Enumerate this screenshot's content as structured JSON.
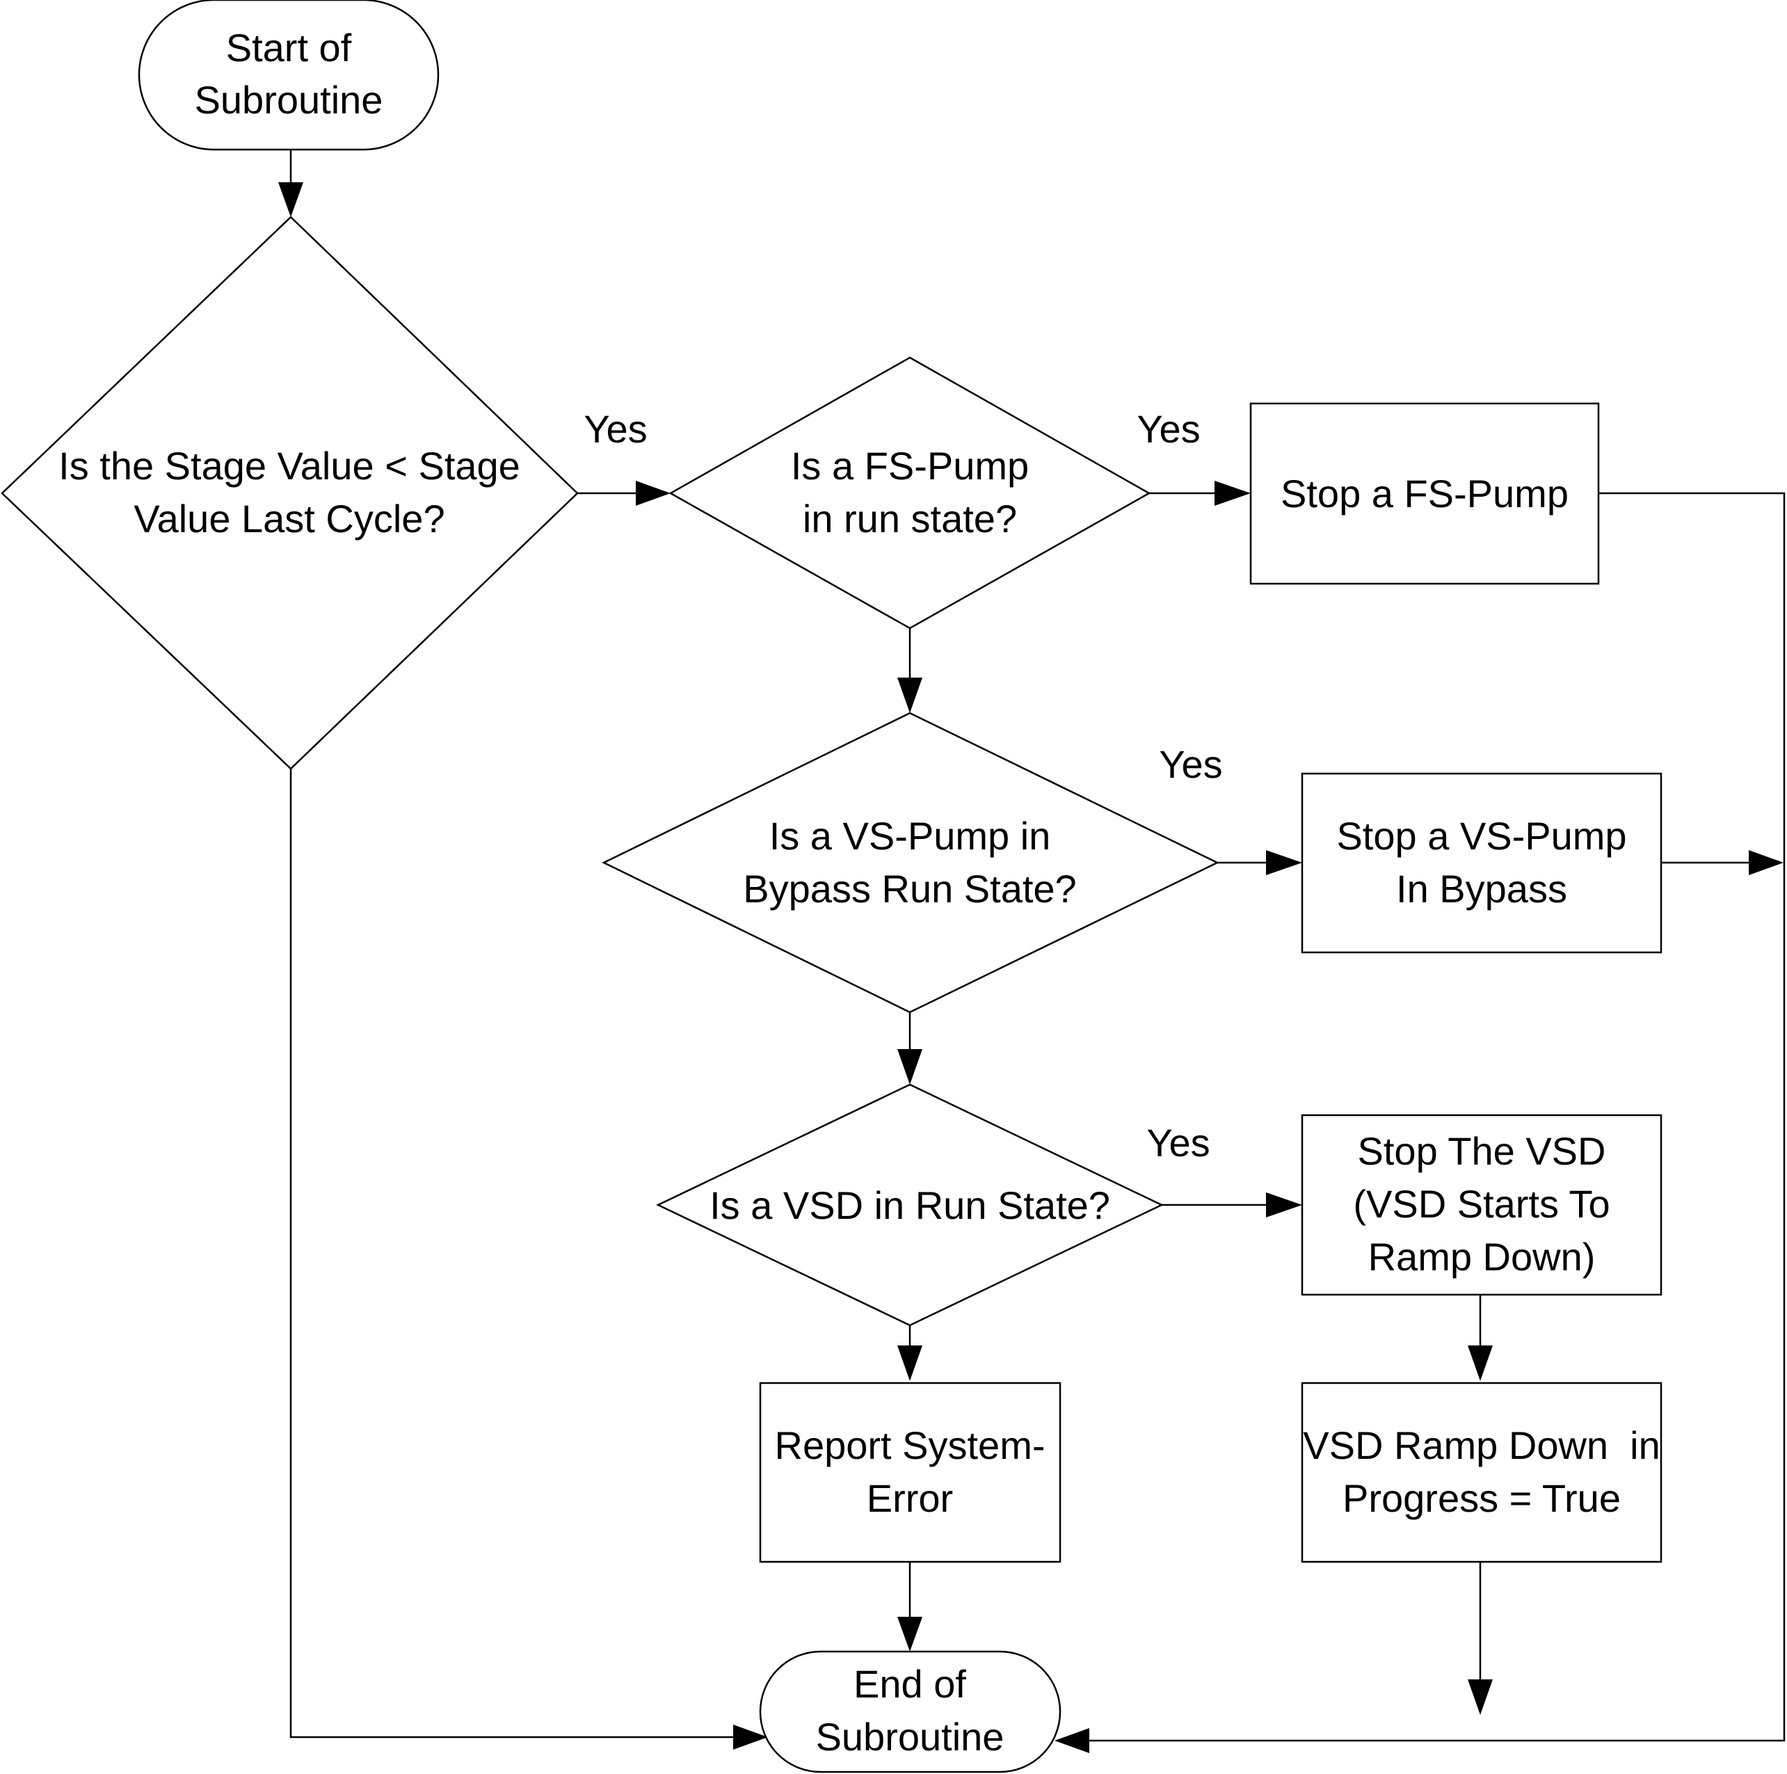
{
  "diagram": {
    "start": {
      "line1": "Start of",
      "line2": "Subroutine"
    },
    "d1": {
      "line1": "Is the Stage Value < Stage",
      "line2": "Value Last Cycle?"
    },
    "d2": {
      "line1": "Is a FS-Pump",
      "line2": "in run state?"
    },
    "d3": {
      "line1": "Is a VS-Pump in",
      "line2": "Bypass Run State?"
    },
    "d4": {
      "line1": "Is a VSD in Run State?"
    },
    "p1": {
      "line1": "Stop a FS-Pump"
    },
    "p2": {
      "line1": "Stop a VS-Pump",
      "line2": "In Bypass"
    },
    "p3": {
      "line1": "Stop The VSD",
      "line2": "(VSD Starts To",
      "line3": "Ramp Down)"
    },
    "p4": {
      "line1": "VSD Ramp Down  in",
      "line2": "Progress = True"
    },
    "p5": {
      "line1": "Report System-",
      "line2": "Error"
    },
    "end": {
      "line1": "End of",
      "line2": "Subroutine"
    },
    "labels": {
      "yes1": "Yes",
      "yes2": "Yes",
      "yes3": "Yes",
      "yes4": "Yes"
    }
  }
}
